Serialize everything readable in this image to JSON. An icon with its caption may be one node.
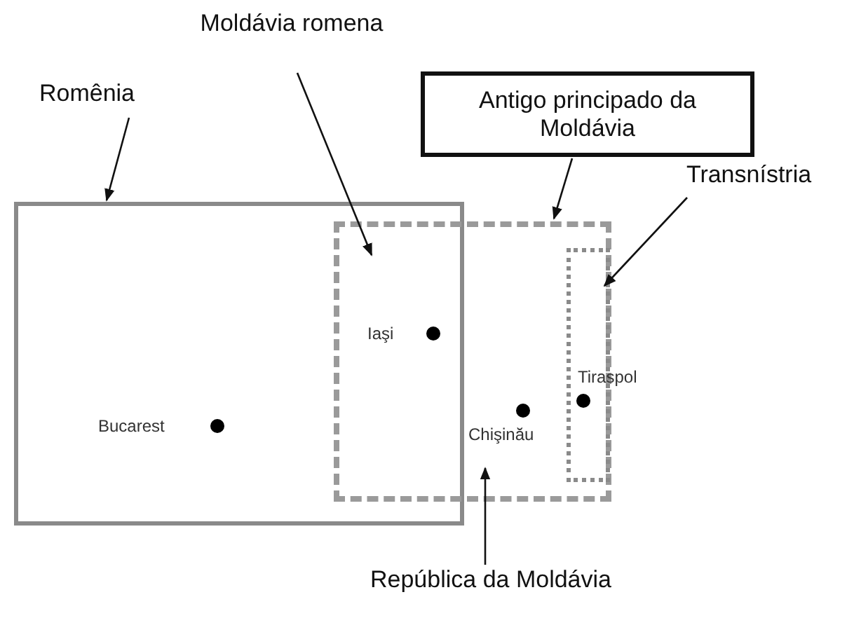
{
  "diagram": {
    "nodes": [
      {
        "text": [
          "Moldávia romena"
        ]
      },
      {
        "text": [
          "Romênia"
        ]
      },
      {
        "text": [
          "Antigo principado da Moldávia"
        ]
      },
      {
        "text": [
          "Transnístria"
        ]
      },
      {
        "text": [],
        "shape": "box"
      },
      {
        "text": [],
        "shape": "box"
      },
      {
        "text": [],
        "shape": "box",
        "in": 5
      },
      {
        "text": [
          "República da Moldávia"
        ]
      }
    ],
    "edges": [
      {
        "from": 0,
        "to": 5,
        "arrow": "to"
      },
      {
        "from": 1,
        "to": 4,
        "arrow": "to"
      },
      {
        "from": 2,
        "to": 5,
        "arrow": "to"
      },
      {
        "from": 3,
        "to": 6,
        "arrow": "to"
      },
      {
        "from": 7,
        "to": 5,
        "arrow": "to"
      }
    ],
    "labels": [
      "Iaşi",
      "Bucarest",
      "Chişinău",
      "Tiraspol"
    ]
  }
}
